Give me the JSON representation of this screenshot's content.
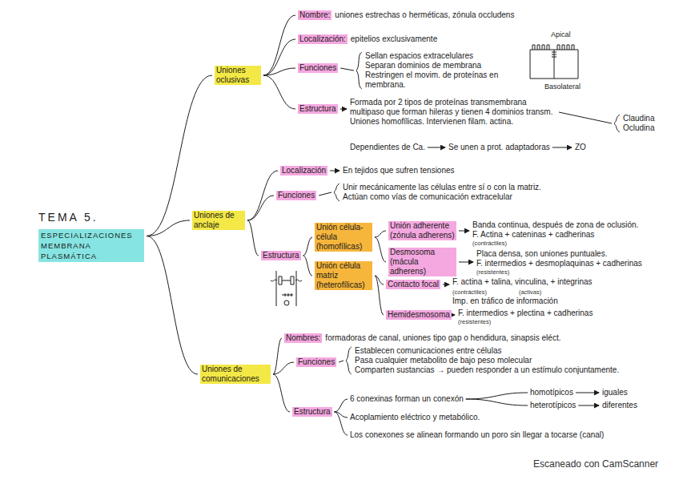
{
  "diagram": {
    "nodes": [
      {
        "text": [
          "TEMA 5.",
          "ESPECIALIZACIONES MEMBRANA PLASMÁTICA"
        ]
      },
      {
        "text": [
          "Uniones oclusivas"
        ]
      },
      {
        "text": [
          "Nombre:",
          "uniones estrechas o herméticas, zónula occludens"
        ]
      },
      {
        "text": [
          "Localización:",
          "epitelios exclusivamente"
        ]
      },
      {
        "text": [
          "Funciones"
        ]
      },
      {
        "text": [
          "Sellan espacios extracelulares",
          "Separan dominios de membrana",
          "Restringen el movim. de proteínas en membrana."
        ]
      },
      {
        "text": [
          "Estructura"
        ]
      },
      {
        "text": [
          "Formada por 2 tipos de proteínas transmembrana multipaso que forman hileras y tienen 4 dominios transm.",
          "Uniones homofílicas. Intervienen filam. actina."
        ]
      },
      {
        "text": [
          "Dependientes de Ca."
        ]
      },
      {
        "text": [
          "Se unen a prot. adaptadoras"
        ]
      },
      {
        "text": [
          "ZO"
        ]
      },
      {
        "text": [
          "Claudina",
          "Ocludina"
        ]
      },
      {
        "text": [
          "Uniones de anclaje"
        ]
      },
      {
        "text": [
          "Localización"
        ]
      },
      {
        "text": [
          "En tejidos que sufren tensiones"
        ]
      },
      {
        "text": [
          "Funciones"
        ]
      },
      {
        "text": [
          "Unir mecánicamente las células entre sí o con la matriz.",
          "Actúan como vías de comunicación extracelular"
        ]
      },
      {
        "text": [
          "Estructura"
        ]
      },
      {
        "text": [
          "Unión célula-célula (homofílicas)"
        ]
      },
      {
        "text": [
          "Unión célula matriz (heterofílicas)"
        ]
      },
      {
        "text": [
          "Unión adherente (zónula adherens)"
        ]
      },
      {
        "text": [
          "Banda continua, después de zona de oclusión.",
          "F. Actina + cateninas + cadherinas",
          "(contráctiles)"
        ]
      },
      {
        "text": [
          "Desmosoma (mácula adherens)"
        ]
      },
      {
        "text": [
          "Placa densa, son uniones puntuales.",
          "F. intermedios + desmoplaquinas + cadherinas",
          "(resistentes)"
        ]
      },
      {
        "text": [
          "Contacto focal"
        ]
      },
      {
        "text": [
          "F. actina + talina, vinculina, + integrinas",
          "(contráctiles)",
          "(activas)",
          "Imp. en tráfico de información"
        ]
      },
      {
        "text": [
          "Hemidesmosoma"
        ]
      },
      {
        "text": [
          "F. intermedios + plectina + cadherinas",
          "(resistentes)"
        ]
      },
      {
        "text": [
          "Uniones de comunicaciones"
        ]
      },
      {
        "text": [
          "Nombres:",
          "formadoras de canal, uniones tipo gap o hendidura, sinapsis eléct."
        ]
      },
      {
        "text": [
          "Funciones"
        ]
      },
      {
        "text": [
          "Establecen comunicaciones entre células",
          "Pasa cualquier metabolito de bajo peso molecular",
          "Comparten sustancias → pueden responder a un estímulo conjuntamente."
        ]
      },
      {
        "text": [
          "Estructura"
        ]
      },
      {
        "text": [
          "6 conexinas forman un conexón"
        ]
      },
      {
        "text": [
          "Acoplamiento eléctrico y metabólico."
        ]
      },
      {
        "text": [
          "Los conexones se alinean formando un poro sin llegar a tocarse (canal)"
        ]
      },
      {
        "text": [
          "homotípicos"
        ]
      },
      {
        "text": [
          "heterotípicos"
        ]
      },
      {
        "text": [
          "iguales"
        ]
      },
      {
        "text": [
          "diferentes"
        ]
      }
    ],
    "edges": [
      {
        "from": 0,
        "to": 1,
        "arrow": "none"
      },
      {
        "from": 1,
        "to": 2,
        "arrow": "none"
      },
      {
        "from": 1,
        "to": 3,
        "arrow": "none"
      },
      {
        "from": 1,
        "to": 4,
        "arrow": "none"
      },
      {
        "from": 1,
        "to": 6,
        "arrow": "none"
      },
      {
        "from": 4,
        "to": 5,
        "arrow": "none"
      },
      {
        "from": 6,
        "to": 7,
        "arrow": "to"
      },
      {
        "from": 8,
        "to": 9,
        "arrow": "to"
      },
      {
        "from": 9,
        "to": 10,
        "arrow": "to"
      },
      {
        "from": 7,
        "to": 11,
        "arrow": "none"
      },
      {
        "from": 0,
        "to": 12,
        "arrow": "none"
      },
      {
        "from": 12,
        "to": 13,
        "arrow": "none"
      },
      {
        "from": 12,
        "to": 15,
        "arrow": "none"
      },
      {
        "from": 12,
        "to": 17,
        "arrow": "none"
      },
      {
        "from": 13,
        "to": 14,
        "arrow": "to"
      },
      {
        "from": 15,
        "to": 16,
        "arrow": "none"
      },
      {
        "from": 17,
        "to": 18,
        "arrow": "none"
      },
      {
        "from": 17,
        "to": 19,
        "arrow": "none"
      },
      {
        "from": 18,
        "to": 20,
        "arrow": "none"
      },
      {
        "from": 18,
        "to": 22,
        "arrow": "none"
      },
      {
        "from": 19,
        "to": 24,
        "arrow": "none"
      },
      {
        "from": 19,
        "to": 26,
        "arrow": "none"
      },
      {
        "from": 20,
        "to": 21,
        "arrow": "to"
      },
      {
        "from": 22,
        "to": 23,
        "arrow": "to"
      },
      {
        "from": 24,
        "to": 25,
        "arrow": "to"
      },
      {
        "from": 26,
        "to": 27,
        "arrow": "to"
      },
      {
        "from": 0,
        "to": 28,
        "arrow": "none"
      },
      {
        "from": 28,
        "to": 29,
        "arrow": "none"
      },
      {
        "from": 28,
        "to": 30,
        "arrow": "none"
      },
      {
        "from": 28,
        "to": 32,
        "arrow": "none"
      },
      {
        "from": 30,
        "to": 31,
        "arrow": "none"
      },
      {
        "from": 32,
        "to": 33,
        "arrow": "none"
      },
      {
        "from": 32,
        "to": 34,
        "arrow": "none"
      },
      {
        "from": 32,
        "to": 35,
        "arrow": "none"
      },
      {
        "from": 33,
        "to": 36,
        "arrow": "none"
      },
      {
        "from": 33,
        "to": 37,
        "arrow": "none"
      },
      {
        "from": 36,
        "to": 38,
        "arrow": "to"
      },
      {
        "from": 37,
        "to": 39,
        "arrow": "to"
      }
    ],
    "labels": [
      "Apical",
      "Basolateral",
      "Escaneado con CamScanner"
    ]
  }
}
